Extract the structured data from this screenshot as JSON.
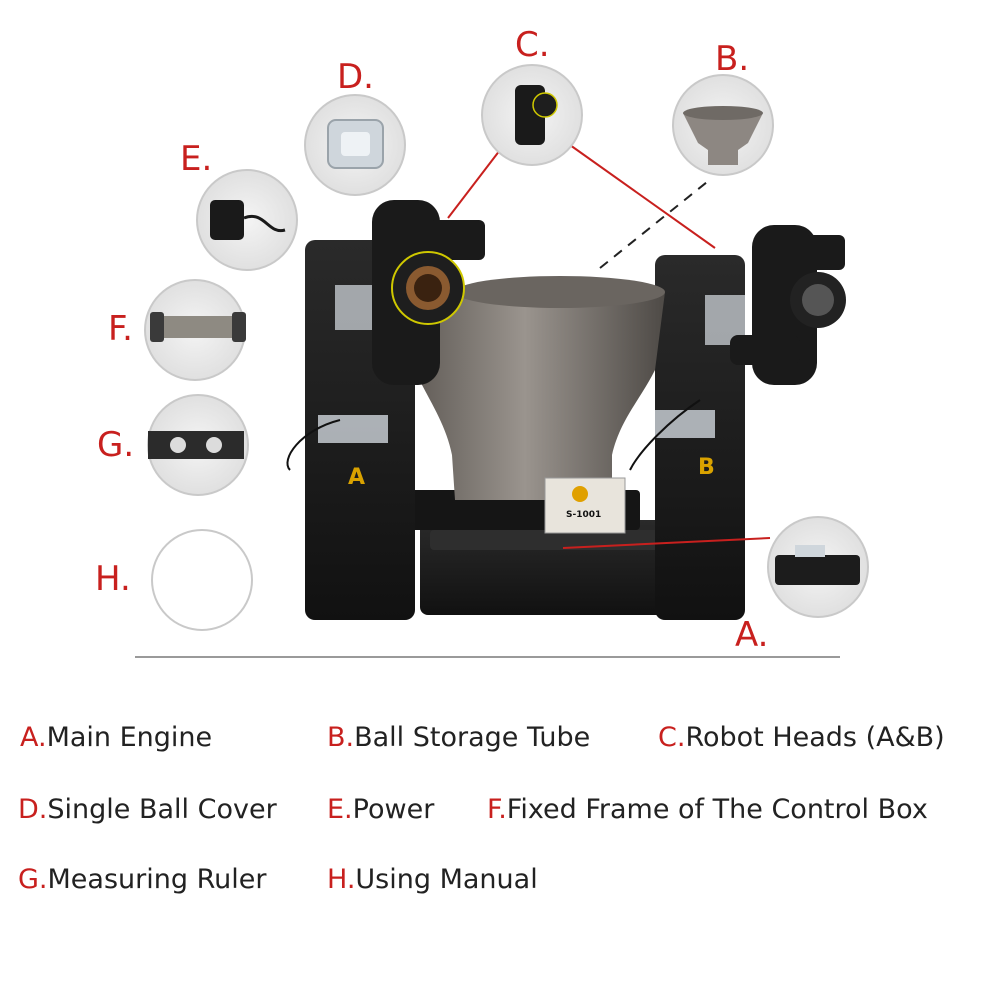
{
  "callouts": [
    {
      "id": "A",
      "letter": "A."
    },
    {
      "id": "B",
      "letter": "B."
    },
    {
      "id": "C",
      "letter": "C."
    },
    {
      "id": "D",
      "letter": "D."
    },
    {
      "id": "E",
      "letter": "E."
    },
    {
      "id": "F",
      "letter": "F."
    },
    {
      "id": "G",
      "letter": "G."
    },
    {
      "id": "H",
      "letter": "H."
    }
  ],
  "machine": {
    "model_label": "S-1001",
    "side_left": "A",
    "side_right": "B"
  },
  "legend": [
    {
      "key": "A.",
      "text": "Main Engine"
    },
    {
      "key": "B.",
      "text": "Ball Storage Tube"
    },
    {
      "key": "C.",
      "text": "Robot Heads (A&B)"
    },
    {
      "key": "D.",
      "text": "Single Ball Cover"
    },
    {
      "key": "E.",
      "text": "Power"
    },
    {
      "key": "F.",
      "text": "Fixed Frame of The Control Box"
    },
    {
      "key": "G.",
      "text": "Measuring Ruler"
    },
    {
      "key": "H.",
      "text": "Using Manual"
    }
  ],
  "colors": {
    "accent": "#c8201e",
    "machine_body": "#1c1c1c",
    "bowl": "#7a7570",
    "side_mark": "#d9a200"
  }
}
